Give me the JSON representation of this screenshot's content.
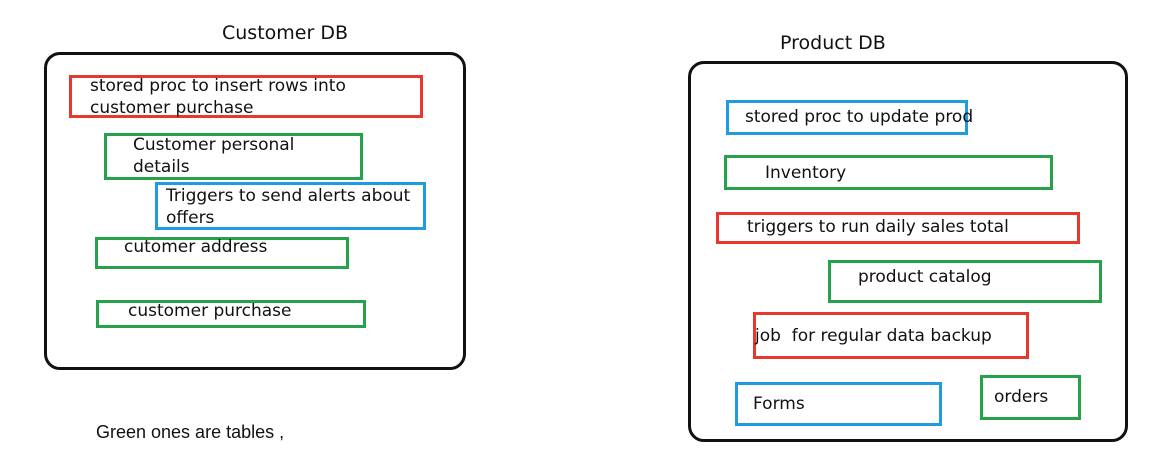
{
  "colors": {
    "table": "#27a24a",
    "stored_proc_or_trigger_or_job": "#e8382e",
    "procedure_or_form": "#1f9be0",
    "container_border": "#111111"
  },
  "customer_db": {
    "title": "Customer DB",
    "items": [
      {
        "label": "stored proc to insert rows into customer purchase",
        "color": "#e8382e"
      },
      {
        "label": "Customer personal details",
        "color": "#27a24a"
      },
      {
        "label": "Triggers to send alerts about offers",
        "color": "#1f9be0"
      },
      {
        "label": "cutomer address",
        "color": "#27a24a"
      },
      {
        "label": "customer purchase",
        "color": "#27a24a"
      }
    ]
  },
  "product_db": {
    "title": "Product DB",
    "items": [
      {
        "label": "stored proc to update prod",
        "color": "#1f9be0"
      },
      {
        "label": "Inventory",
        "color": "#27a24a"
      },
      {
        "label": "triggers to run daily sales total",
        "color": "#e8382e"
      },
      {
        "label": "product catalog",
        "color": "#27a24a"
      },
      {
        "label": "job  for regular data backup",
        "color": "#e8382e"
      },
      {
        "label": "Forms",
        "color": "#1f9be0"
      },
      {
        "label": "orders",
        "color": "#27a24a"
      }
    ]
  },
  "footnote": "Green ones are tables ,"
}
